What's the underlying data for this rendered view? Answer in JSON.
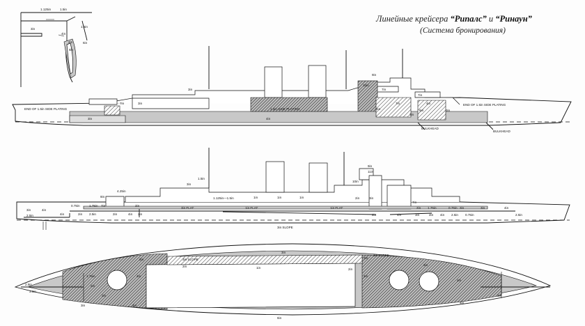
{
  "title": {
    "part1": "Линейные крейсера ",
    "ship1": "“Рипалс”",
    "conj": " и ",
    "ship2": "“Ринаун”",
    "subtitle": "(Система бронирования)"
  },
  "inset": {
    "labels": [
      "1.125in",
      "1.5in",
      "3in",
      "4in",
      "2in",
      "6in",
      "1.5in",
      "6in"
    ]
  },
  "top_profile": {
    "labels": {
      "plating_fwd": "END OF 1.5in SIDE PLATING",
      "plating_aft": "END OF 1.5in SIDE PLATING",
      "belt_mid": "1.5in SIDE PLATING",
      "bulkhead_fwd": "BULKHEAD",
      "bulkhead_aft": "BULKHEAD",
      "t_3in_a": "3in",
      "t_3in_b": "3in",
      "t_3in_c": "3in",
      "t_7in_a": "7in",
      "t_10in": "10in",
      "t_9in": "9in",
      "t_7in_b": "7in",
      "t_4in_a": "4in",
      "t_7in_c": "7in",
      "t_4in_b": "4in",
      "t_7in_d": "7in",
      "t_6in": "6in",
      "t_3in_d": "3in",
      "t_3in_e": "3in",
      "t_4in_c": "4in"
    }
  },
  "middle_profile": {
    "labels": {
      "t_3in_fwd": "3in",
      "t_4in_fwd": "4in",
      "t_25in_a": "2.5in",
      "t_075_a": "0.75in",
      "t_175": "1.75in",
      "t_7in_a": "7in",
      "t_2in_a": "2in",
      "t_425": "4.25in",
      "t_9in": "9in",
      "t_3in_a": "3in",
      "t_15in": "1.5in",
      "t_1125": "1.125in—1.5in",
      "t_1in_a": "1in",
      "t_1in_b": "1in",
      "t_1in_c": "1in",
      "t_3in_flat": "3in FLAT",
      "t_1in_flat": "1in FLAT",
      "t_1in_flat2": "1in FLAT",
      "t_2in_b": "2in",
      "t_2in_c": "2in",
      "t_4in_a": "4in",
      "t_4in_b": "4in",
      "t_2in_d": "2in",
      "t_25in_b": "2.5in",
      "t_3in_slope": "3in SLOPE",
      "t_10in": "10in",
      "t_11in": "11in",
      "t_9in_b": "9in",
      "t_7in_b": "7in",
      "t_3in_b": "3in",
      "t_2in_e": "2in",
      "t_4in_c": "4in",
      "t_2in_f": "2in",
      "t_3in_c": "3in",
      "t_175b": "1.75in",
      "t_075_b": "0.75in",
      "t_4in_d": "4in",
      "t_25in_c": "2.5in",
      "t_25in_d": "2.5in",
      "t_2in_g": "2in",
      "t_075_c": "0.75in",
      "t_4in_e": "4in",
      "t_3in_d": "3in",
      "t_3in_e": "3in",
      "t_2in_h": "2in"
    }
  },
  "plan": {
    "labels": {
      "p_25": "2.5in",
      "p_35": "3.5in",
      "p_3in_a": "3in",
      "p_175": "1.75in",
      "p_2in_a": "2in",
      "p_3in_b": "3in",
      "p_4in_a": "4in",
      "p_2in_b": "2in",
      "p_3in_slope": "3in SLOPE",
      "p_2in_c": "2in",
      "p_4in_b": "4in",
      "p_1in": "1in",
      "p_3in_c": "3in",
      "p_4in_c": "4in",
      "p_3in_d": "3in",
      "p_2in_d": "2in",
      "p_slope": "3in SLOPE",
      "p_4in_d": "4in",
      "p_3in_e": "3in",
      "p_6in": "6in",
      "p_4in_e": "4in",
      "p_3in_f": "3in"
    }
  }
}
